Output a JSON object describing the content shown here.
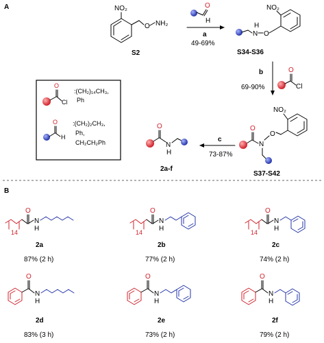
{
  "panel_a": {
    "label": "A",
    "s2": {
      "no2": "NO₂",
      "o": "O",
      "nh2": "NH₂",
      "label": "S2"
    },
    "step_a": {
      "letter": "a",
      "yield": "49-69%"
    },
    "s34": {
      "no2": "NO₂",
      "h": "H",
      "n": "N",
      "o": "O",
      "label": "S34-S36"
    },
    "step_b": {
      "letter": "b",
      "yield": "69-90%",
      "o": "O",
      "cl": "Cl"
    },
    "s37": {
      "no2": "NO₂",
      "o1": "O",
      "n": "N",
      "o2": "O",
      "label": "S37-S42"
    },
    "step_c": {
      "letter": "c",
      "yield": "73-87%"
    },
    "prod": {
      "o": "O",
      "n": "N",
      "h": "H",
      "label": "2a-f"
    },
    "legend": {
      "acyl_o": "O",
      "acyl_cl": "Cl",
      "acyl_r1": ":(CH₂)₁₄CH₃,",
      "acyl_r2": "Ph",
      "ald_o": "O",
      "ald_h": "H",
      "ald_r1": ":(CH₂)₂CH₃,",
      "ald_r2": "Ph,",
      "ald_r3": "CH₂CH₂Ph"
    },
    "aldehyde_reagent": {
      "o": "O",
      "h": "H"
    }
  },
  "panel_b": {
    "label": "B",
    "compounds": [
      {
        "id": "2a",
        "yield": "87% (2 h)",
        "o": "O",
        "n": "N",
        "h": "H",
        "sub": "14"
      },
      {
        "id": "2b",
        "yield": "77% (2 h)",
        "o": "O",
        "n": "N",
        "h": "H",
        "sub": "14"
      },
      {
        "id": "2c",
        "yield": "74% (2 h)",
        "o": "O",
        "n": "N",
        "h": "H",
        "sub": "14"
      },
      {
        "id": "2d",
        "yield": "83% (3 h)",
        "o": "O",
        "n": "N",
        "h": "H"
      },
      {
        "id": "2e",
        "yield": "73% (2 h)",
        "o": "O",
        "n": "N",
        "h": "H"
      },
      {
        "id": "2f",
        "yield": "79% (2 h)",
        "o": "O",
        "n": "N",
        "h": "H"
      }
    ]
  },
  "colors": {
    "red": "#d0202a",
    "blue": "#2233a8",
    "black": "#000000"
  }
}
